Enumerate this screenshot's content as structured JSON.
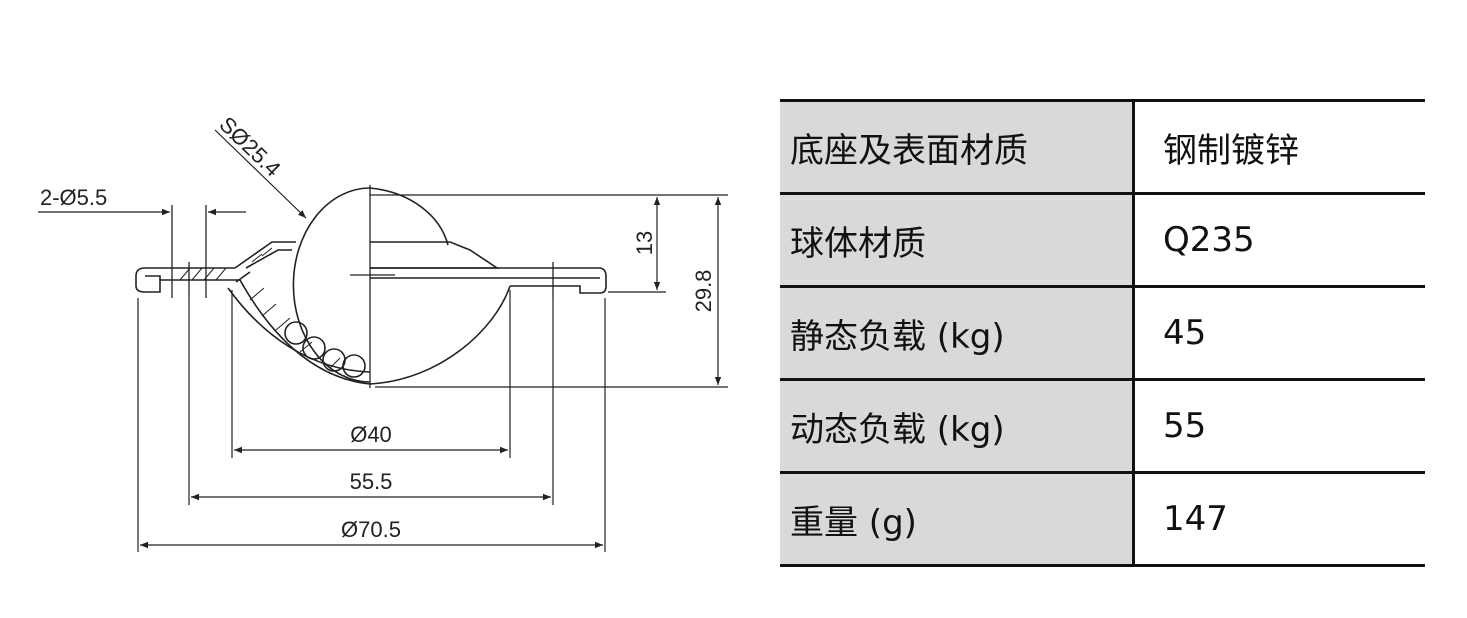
{
  "drawing": {
    "dims": {
      "hole": "2-Ø5.5",
      "sphere": "SØ25.4",
      "ball_height": "13",
      "total_height": "29.8",
      "inner_dia": "Ø40",
      "hole_pitch": "55.5",
      "outer_dia": "Ø70.5"
    }
  },
  "specs": [
    {
      "key": "底座及表面材质",
      "value": "钢制镀锌"
    },
    {
      "key": "球体材质",
      "value": "Q235"
    },
    {
      "key": "静态负载 (kg)",
      "value": "45"
    },
    {
      "key": "动态负载 (kg)",
      "value": "55"
    },
    {
      "key": "重量 (g)",
      "value": "147"
    }
  ],
  "colors": {
    "line": "#222222",
    "table_header_bg": "#d9d9d9",
    "table_border": "#111111"
  }
}
